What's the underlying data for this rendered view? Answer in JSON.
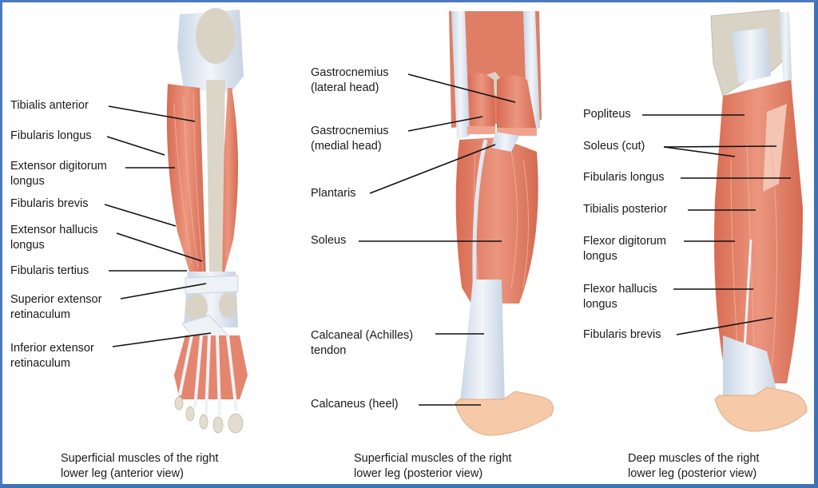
{
  "colors": {
    "frame": "#4a7bbd",
    "muscle": "#e07d65",
    "muscle_light": "#eda08b",
    "muscle_dark": "#c95f48",
    "tendon": "#dfe7f0",
    "bone": "#d7d2c3",
    "skin": "#f6c9a8",
    "leader_line": "#111111"
  },
  "panels": [
    {
      "id": "anterior",
      "caption": "Superficial muscles of the right\nlower leg (anterior view)",
      "labels": [
        {
          "text": "Tibialis anterior"
        },
        {
          "text": "Fibularis longus"
        },
        {
          "text": "Extensor digitorum\nlongus"
        },
        {
          "text": "Fibularis brevis"
        },
        {
          "text": "Extensor hallucis\nlongus"
        },
        {
          "text": "Fibularis tertius"
        },
        {
          "text": "Superior extensor\nretinaculum"
        },
        {
          "text": "Inferior extensor\nretinaculum"
        }
      ]
    },
    {
      "id": "posterior-superficial",
      "caption": "Superficial muscles of the right\nlower leg (posterior view)",
      "labels": [
        {
          "text": "Gastrocnemius\n(lateral head)"
        },
        {
          "text": "Gastrocnemius\n(medial head)"
        },
        {
          "text": "Plantaris"
        },
        {
          "text": "Soleus"
        },
        {
          "text": "Calcaneal (Achilles)\ntendon"
        },
        {
          "text": "Calcaneus (heel)"
        }
      ]
    },
    {
      "id": "posterior-deep",
      "caption": "Deep muscles of the right\nlower leg (posterior view)",
      "labels": [
        {
          "text": "Popliteus"
        },
        {
          "text": "Soleus (cut)"
        },
        {
          "text": "Fibularis longus"
        },
        {
          "text": "Tibialis posterior"
        },
        {
          "text": "Flexor digitorum\nlongus"
        },
        {
          "text": "Flexor hallucis\nlongus"
        },
        {
          "text": "Fibularis brevis"
        }
      ]
    }
  ]
}
